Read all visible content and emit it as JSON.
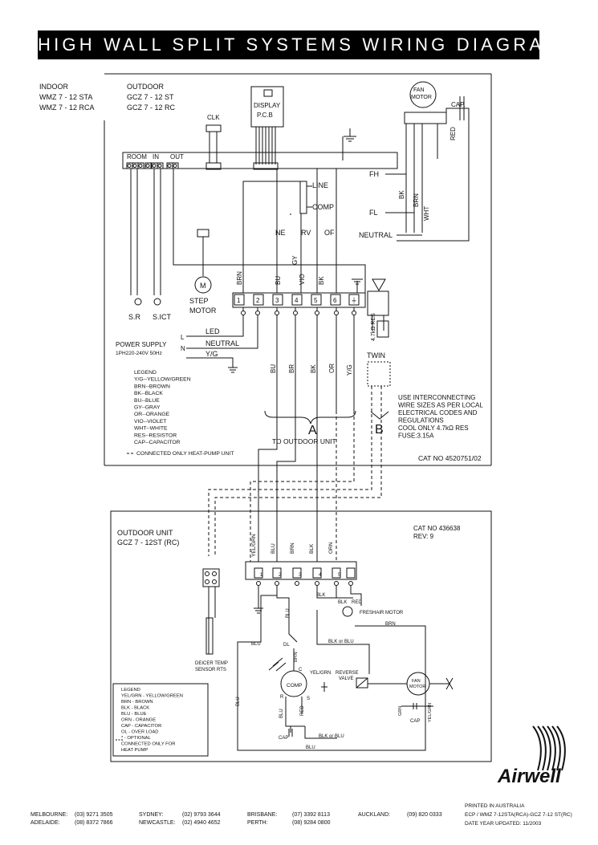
{
  "title": "HIGH WALL SPLIT SYSTEMS WIRING DIAGRAM",
  "indoor": {
    "label": "INDOOR",
    "models": [
      "WMZ 7 - 12 STA",
      "WMZ 7 - 12 RCA"
    ]
  },
  "outdoor": {
    "label": "OUTDOOR",
    "models": [
      "GCZ 7 - 12 ST",
      "GCZ 7 - 12 RC"
    ]
  },
  "display_label": [
    "DISPLAY",
    "P.C.B"
  ],
  "clk": "CLK",
  "room": "ROOM",
  "in": "IN",
  "out": "OUT",
  "line": "LINE",
  "comp": "COMP",
  "fh": "FH",
  "fl": "FL",
  "neutral": "NEUTRAL",
  "fan_motor": [
    "FAN",
    "MOTOR"
  ],
  "cap": "CAP.",
  "red": "RED",
  "bk": "BK",
  "brn": "BRN",
  "wht": "WHT",
  "ne": "NE",
  "rv": "RV",
  "of": "OF",
  "wire_top": [
    "BRN",
    "BU",
    "GY",
    "VIO",
    "BK"
  ],
  "step_motor": [
    "STEP",
    "MOTOR"
  ],
  "sensors": [
    "S.R",
    "S.ICT"
  ],
  "terminals": [
    "1",
    "2",
    "3",
    "4",
    "5",
    "6"
  ],
  "led": "LED",
  "power_supply": [
    "POWER SUPPLY",
    "1PH220-240V 50Hz"
  ],
  "yg": "Y/G",
  "n": "N",
  "l": "L",
  "res": "4.7kΩ RES",
  "twin": "TWIN",
  "wire_bottom": [
    "BU",
    "BR",
    "BK",
    "OR",
    "Y/G"
  ],
  "legend": [
    "LEGEND",
    "Y/G--YELLOW/GREEN",
    "BRN--BROWN",
    "BK--BLACK",
    "BU--BLUE",
    "GY--GRAY",
    "OR--ORANGE",
    "VIO--VIOLET",
    "WHT--WHITE",
    "RES--RESISTOR",
    "CAP--CAPACITOR"
  ],
  "connected_note": "CONNECTED ONLY HEAT-PUMP UNIT",
  "notes": [
    "USE INTERCONNECTING",
    "WIRE SIZES AS PER LOCAL",
    "ELECTRICAL CODES AND",
    "REGULATIONS",
    "COOL ONLY 4.7kΩ RES",
    "FUSE:3.15A"
  ],
  "a": "A",
  "b": "B",
  "to_outdoor": "TO OUTDOOR UNIT",
  "cat_indoor": "CAT NO 4520751/02",
  "outdoor_unit": [
    "OUTDOOR UNIT",
    "GCZ 7 - 12ST (RC)"
  ],
  "cat_outdoor": [
    "CAT NO 436638",
    "REV: 9"
  ],
  "od_wires": [
    "YEL/GRN",
    "BLU",
    "BRN",
    "BLK",
    "ORN"
  ],
  "od_terminals": [
    "1",
    "2",
    "3",
    "4",
    "5"
  ],
  "freshair": "FRESHAIR MOTOR",
  "deicer": [
    "DEICER TEMP",
    "SENSOR RTS"
  ],
  "od_labels": {
    "blk": "BLK",
    "brn": "BRN",
    "blu": "BLU",
    "red": "RED",
    "dl": "DL",
    "blk_or_blu": "BLK or BLU",
    "yel_grn": "YEL/GRN",
    "reverse": [
      "REVERSE",
      "VALVE"
    ],
    "comp": "COMP",
    "c": "C",
    "r": "R",
    "s": "S",
    "cap": "CAP",
    "fan": [
      "FAN",
      "MOTOR"
    ],
    "grn": "GRN",
    "yel_grn2": "YEL/GRN"
  },
  "legend2": [
    "LEGEND",
    "YEL/GRN - YELLOW/GREEN",
    "BRN - BROWN",
    "BLK - BLACK",
    "BLU - BLUE",
    "ORN - ORANGE",
    "CAP - CAPACITOR",
    "OL - OVER LOAD",
    "* - OPTIONAL",
    "CONNECTED ONLY FOR",
    "HEAT PUMP"
  ],
  "brand": "Airwell",
  "footer": {
    "offices": [
      [
        "MELBOURNE:",
        "(03) 9271 3505",
        "SYDNEY:",
        "(02) 9793 3644",
        "BRISBANE:",
        "(07) 3392 8113",
        "AUCKLAND:",
        "(09) 820 0333"
      ],
      [
        "ADELAIDE:",
        "(08) 8372 7866",
        "NEWCASTLE:",
        "(02) 4940 4652",
        "PERTH:",
        "(08) 9284 0800",
        "",
        ""
      ]
    ],
    "printed": [
      "PRINTED IN AUSTRALIA",
      "ECP / WMZ 7-12STA(RCA)-GCZ 7-12 ST(RC)",
      "DATE YEAR UPDATED: 11/2003"
    ]
  }
}
